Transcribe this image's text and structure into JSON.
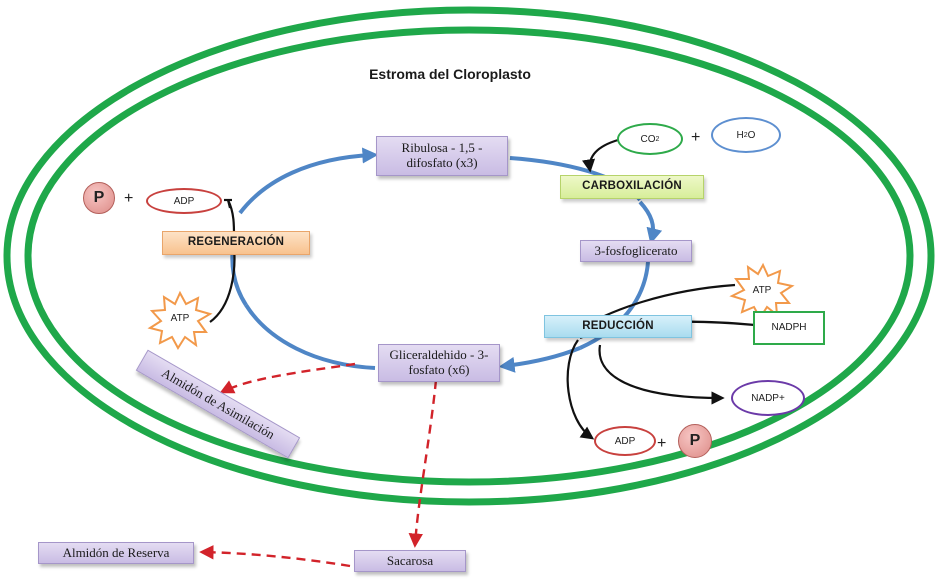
{
  "title": "Estroma del Cloroplasto",
  "nodes": {
    "ribulosa": "Ribulosa - 1,5 - difosfato (x3)",
    "fosfoglicerato": "3-fosfoglicerato",
    "gliceraldehido": "Gliceraldehido - 3-fosfato (x6)",
    "almidon_asimilacion": "Almidón de Asimilación",
    "sacarosa": "Sacarosa",
    "almidon_reserva": "Almidón de Reserva"
  },
  "processes": {
    "carboxilacion": "CARBOXILACIÓN",
    "regeneracion": "REGENERACIÓN",
    "reduccion": "REDUCCIÓN"
  },
  "molecules": {
    "co2": "CO",
    "co2_sub": "2",
    "h2o_h": "H",
    "h2o_sub": "2",
    "h2o_o": "O",
    "plus": "+",
    "adp": "ADP",
    "p": "P",
    "atp": "ATP",
    "nadph": "NADPH",
    "nadp_plus": "NADP+"
  },
  "colors": {
    "membrane": "#1fa84a",
    "cycle_arrow": "#4f86c6",
    "export_arrow": "#d2232a",
    "atp_star": "#f2994a"
  }
}
